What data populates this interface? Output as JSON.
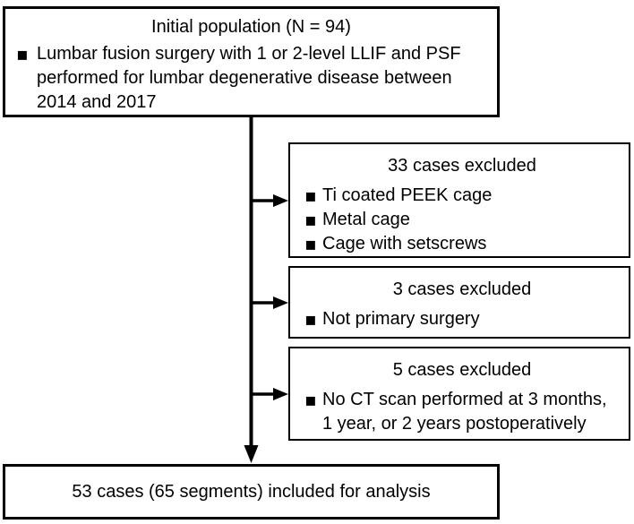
{
  "figure": {
    "type": "patient-flow-diagram",
    "colors": {
      "background": "#ffffff",
      "line": "#000000",
      "text": "#000000"
    },
    "icons": {
      "bullet": "▪"
    },
    "initial_box": {
      "title": "Initial population (N = 94)",
      "bullets": [
        "Lumbar fusion surgery with 1 or 2-level LLIF and PSF performed for lumbar degenerative disease between 2014 and 2017"
      ]
    },
    "exclusion_boxes": [
      {
        "title": "33 cases excluded",
        "bullets": [
          "Ti coated PEEK cage",
          "Metal cage",
          "Cage with setscrews"
        ]
      },
      {
        "title": "3 cases excluded",
        "bullets": [
          "Not primary surgery"
        ]
      },
      {
        "title": "5 cases excluded",
        "bullets": [
          "No CT scan performed at 3 months, 1 year, or 2 years postoperatively"
        ]
      }
    ],
    "final_box": {
      "title": "53 cases (65 segments) included for analysis"
    }
  }
}
